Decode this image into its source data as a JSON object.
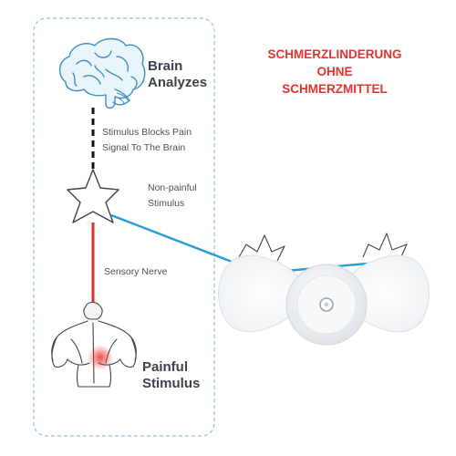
{
  "headline": {
    "line1": "SCHMERZLINDERUNG",
    "line2": "OHNE",
    "line3": "SCHMERZMITTEL"
  },
  "diagram": {
    "brain": {
      "line1": "Brain",
      "line2": "Analyzes"
    },
    "stimulus_blocks": {
      "line1": "Stimulus Blocks Pain",
      "line2": "Signal To The Brain"
    },
    "non_painful": {
      "line1": "Non-painful",
      "line2": "Stimulus"
    },
    "sensory_nerve": "Sensory Nerve",
    "painful": {
      "line1": "Painful",
      "line2": "Stimulus"
    }
  },
  "colors": {
    "headline": "#e8322f",
    "nerve": "#d9302e",
    "signal_line": "#2a9bd6",
    "dashed_line": "#111111",
    "panel_border": "#8ec4e0"
  }
}
